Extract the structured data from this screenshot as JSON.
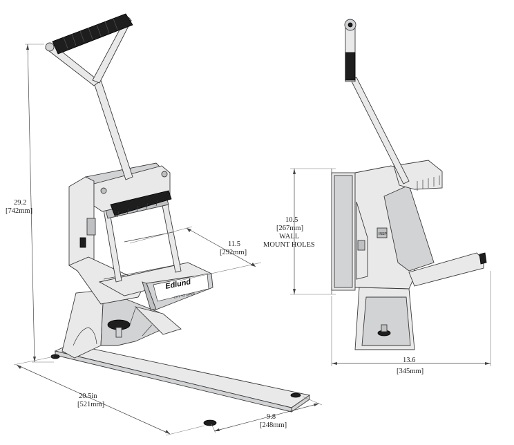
{
  "dimensions": {
    "height_in": "29.2",
    "height_mm": "[742mm]",
    "opening_in": "11.5",
    "opening_mm": "[292mm]",
    "length_in": "20.5in",
    "length_mm": "[521mm]",
    "width_in": "9.8",
    "width_mm": "[248mm]",
    "mount_in": "10.5",
    "mount_mm": "[267mm]",
    "mount_label_1": "WALL",
    "mount_label_2": "MOUNT HOLES",
    "side_depth_in": "13.6",
    "side_depth_mm": "[345mm]"
  },
  "product": {
    "brand": "Edlund",
    "lift_label": "LIFT TO OPEN",
    "side_tag": "INSP"
  },
  "colors": {
    "grip": "#1e1e1e",
    "steel": "#e9e9ea",
    "line": "#3a3a3a"
  }
}
